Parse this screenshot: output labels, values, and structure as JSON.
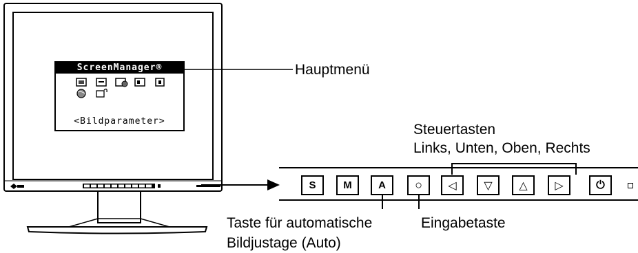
{
  "osd": {
    "title": "ScreenManager®",
    "subtitle": "<Bildparameter>"
  },
  "labels": {
    "main_menu": "Hauptmenü",
    "control_keys_line1": "Steuertasten",
    "control_keys_line2": "Links, Unten, Oben, Rechts",
    "auto_line1": "Taste für automatische",
    "auto_line2": "Bildjustage (Auto)",
    "enter_key": "Eingabetaste"
  },
  "buttons": [
    "S",
    "M",
    "A",
    "○",
    "◁",
    "▽",
    "△",
    "▷",
    "⏻"
  ],
  "icons": [
    "monitor-icon",
    "size-icon",
    "color-icon",
    "display-icon",
    "info-icon",
    "globe-icon",
    "reset-icon"
  ]
}
